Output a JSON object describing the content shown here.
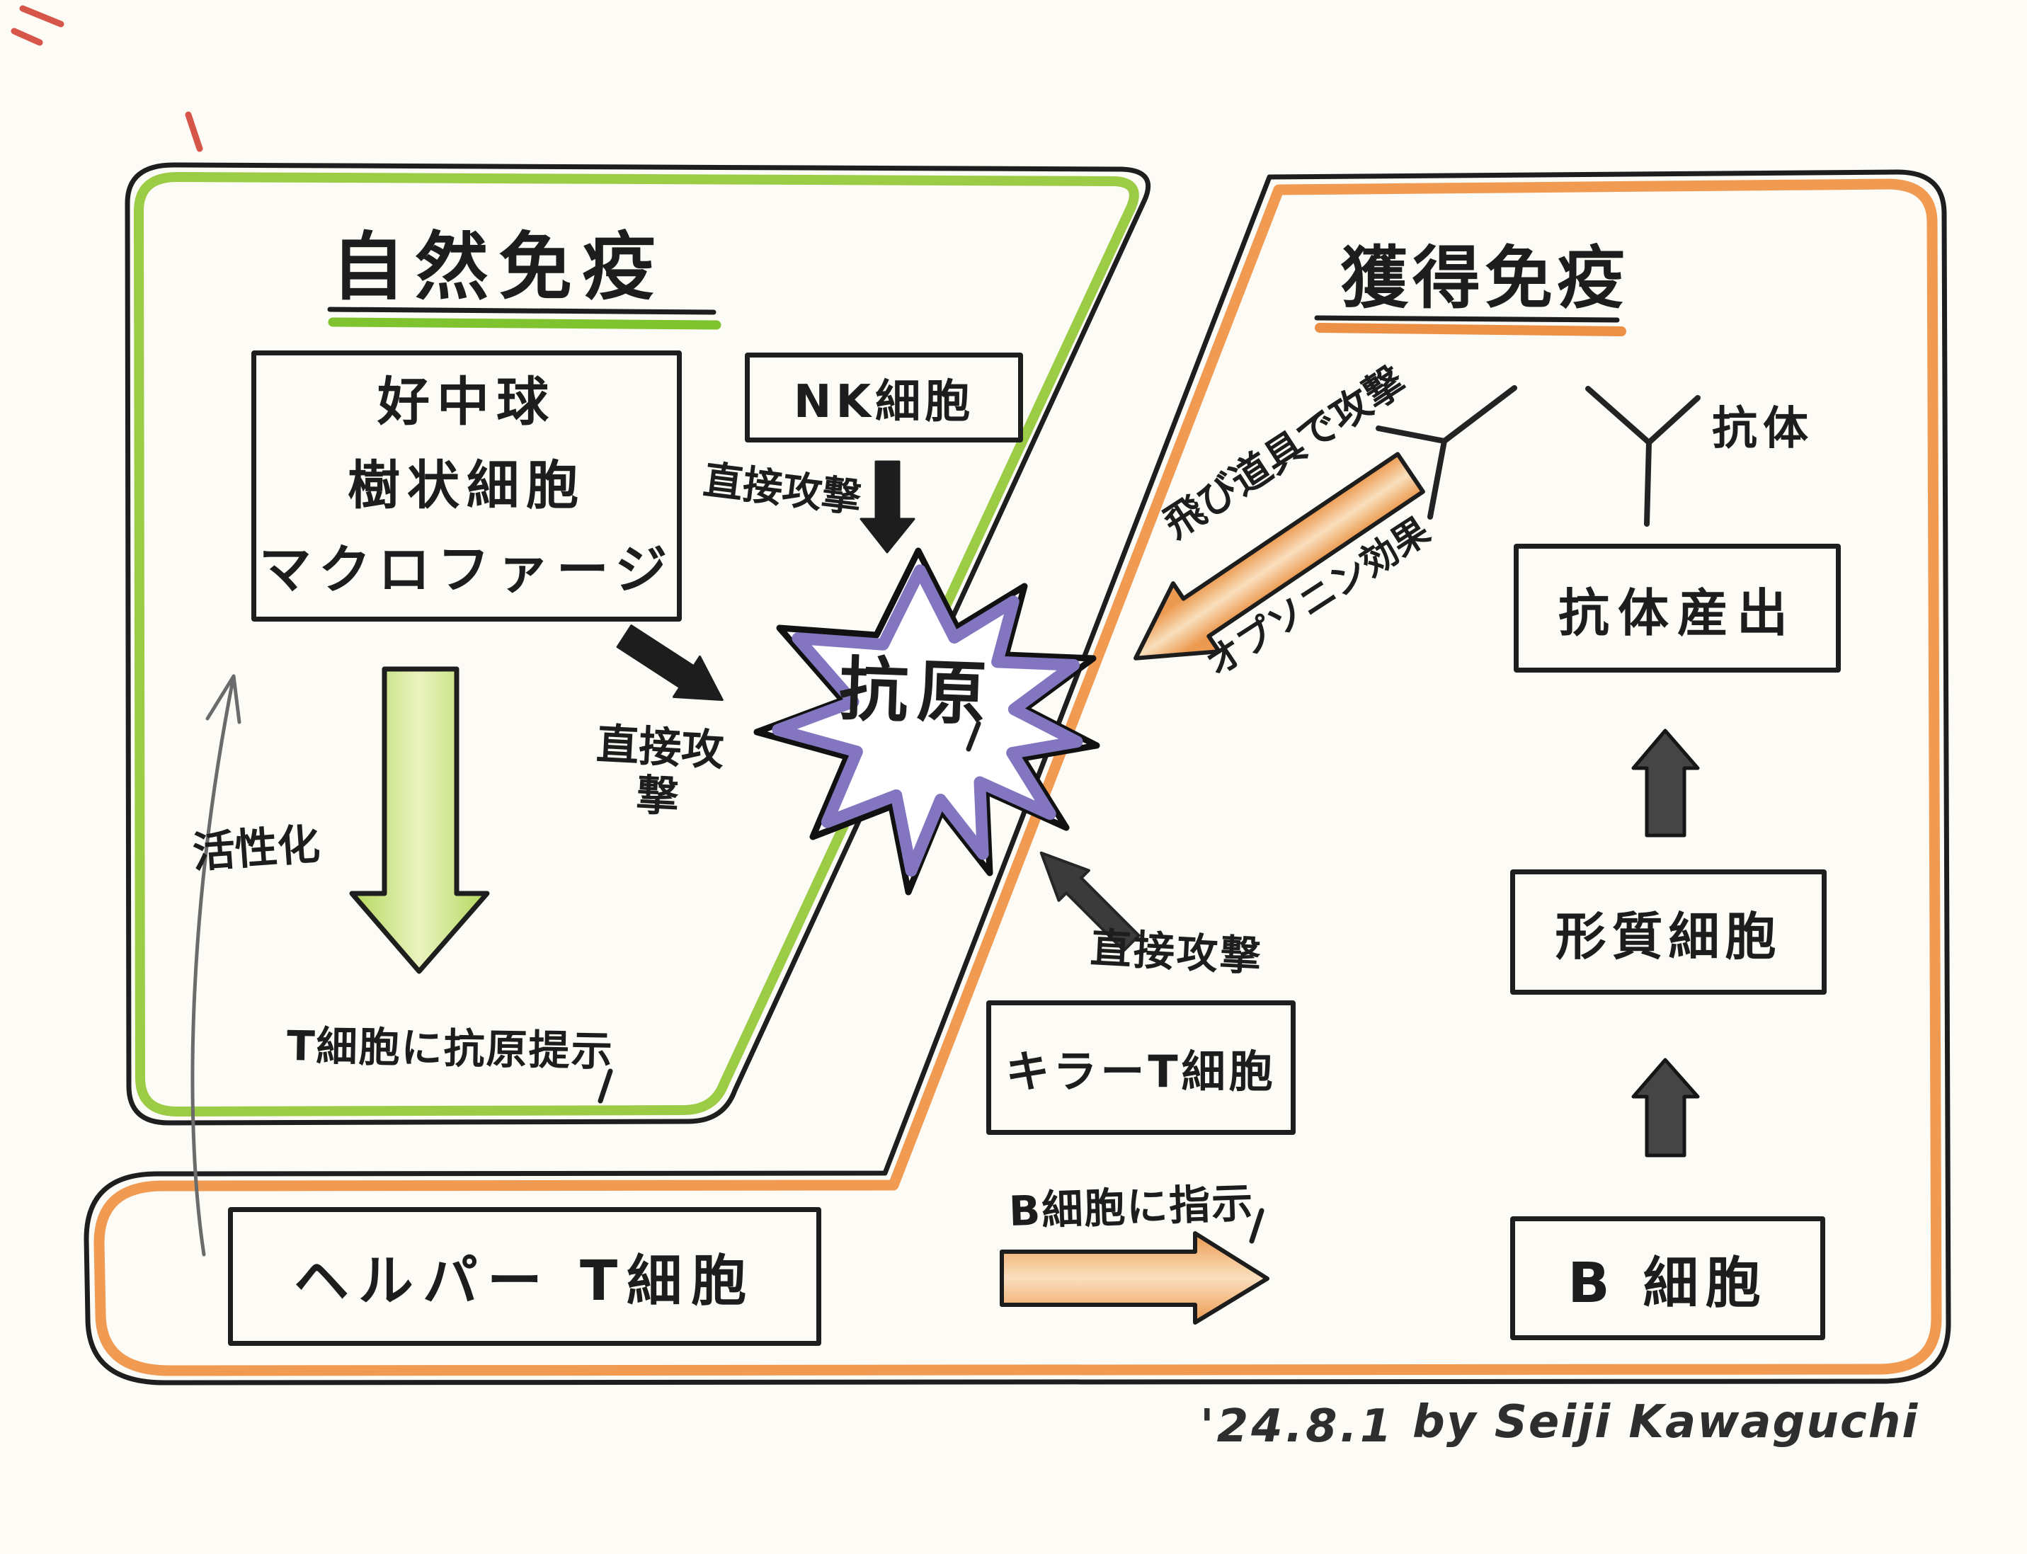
{
  "innate": {
    "title": "自然免疫",
    "cells_box": {
      "line1": "好中球",
      "line2": "樹状細胞",
      "line3": "マクロファージ"
    },
    "nk_cell_box": "NK細胞",
    "nk_attack_label": "直接攻撃",
    "phagocyte_attack_label": "直接攻撃",
    "activation_label": "活性化",
    "antigen_presentation_label": "T細胞に抗原提示"
  },
  "adaptive": {
    "title": "獲得免疫",
    "antibody_label": "抗体",
    "projectile_attack_label": "飛び道具で攻撃",
    "opsonin_label": "オプソニン効果",
    "antibody_production_box": "抗体産出",
    "plasma_cell_box": "形質細胞",
    "b_cell_box": "B 細胞",
    "killer_t_attack_label": "直接攻撃",
    "killer_t_box": "キラーT細胞",
    "b_cell_instruction_label": "B細胞に指示",
    "helper_t_box": "ヘルパー T細胞"
  },
  "antigen_label": "抗原",
  "footer": {
    "date": "'24.8.1",
    "credit": "by Seiji Kawaguchi"
  },
  "colors": {
    "green_border": "#9ccb45",
    "green_underline": "#7fc42f",
    "green_arrow_fill": "#cfe488",
    "orange_border": "#f09a52",
    "orange_arrow_fill": "#f3ad6c",
    "purple_starburst": "#8375c0",
    "ink": "#1e1e1e",
    "pencil_gray": "#6b6b6b",
    "red_mark": "#d03a2c",
    "paper": "#fcfbf6"
  }
}
